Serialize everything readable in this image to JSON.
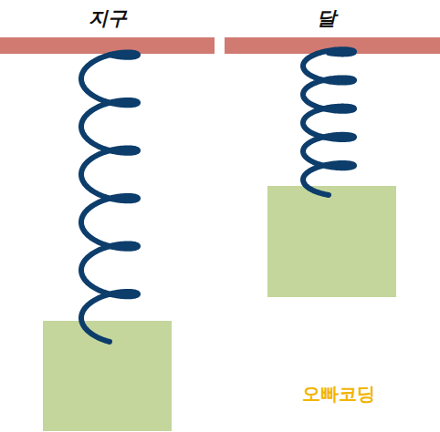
{
  "diagram": {
    "labels": [
      "지구",
      "달",
      "오빠코딩"
    ]
  }
}
